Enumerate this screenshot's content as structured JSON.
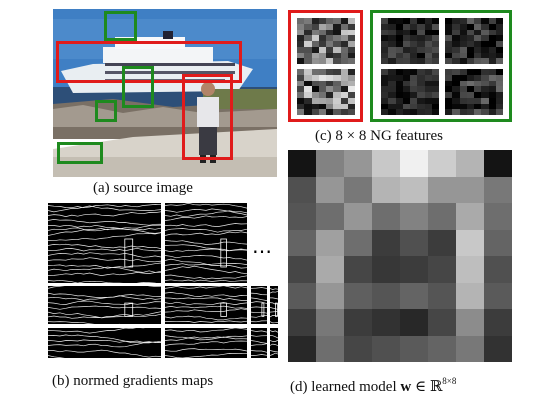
{
  "captions": {
    "a": "(a) source image",
    "b": "(b) normed gradients maps",
    "c": "(c) 8 × 8 NG features",
    "d_prefix": "(d) learned model ",
    "d_bold": "w",
    "d_mid": " ∈ ℝ",
    "d_sup": "8×8"
  },
  "colors": {
    "positive_box": "#e01b1b",
    "negative_box": "#1e8a1e",
    "sky": "#3f7fc4",
    "sea": "#2d4f78"
  },
  "learned_model_grid": [
    [
      20,
      130,
      150,
      200,
      240,
      205,
      180,
      20
    ],
    [
      80,
      150,
      120,
      180,
      190,
      150,
      150,
      120
    ],
    [
      85,
      110,
      150,
      110,
      130,
      110,
      170,
      110
    ],
    [
      100,
      160,
      110,
      60,
      80,
      60,
      200,
      100
    ],
    [
      70,
      170,
      70,
      55,
      60,
      70,
      190,
      80
    ],
    [
      90,
      150,
      95,
      85,
      100,
      85,
      180,
      90
    ],
    [
      60,
      120,
      60,
      50,
      40,
      70,
      140,
      60
    ],
    [
      40,
      110,
      70,
      80,
      90,
      100,
      120,
      50
    ]
  ]
}
